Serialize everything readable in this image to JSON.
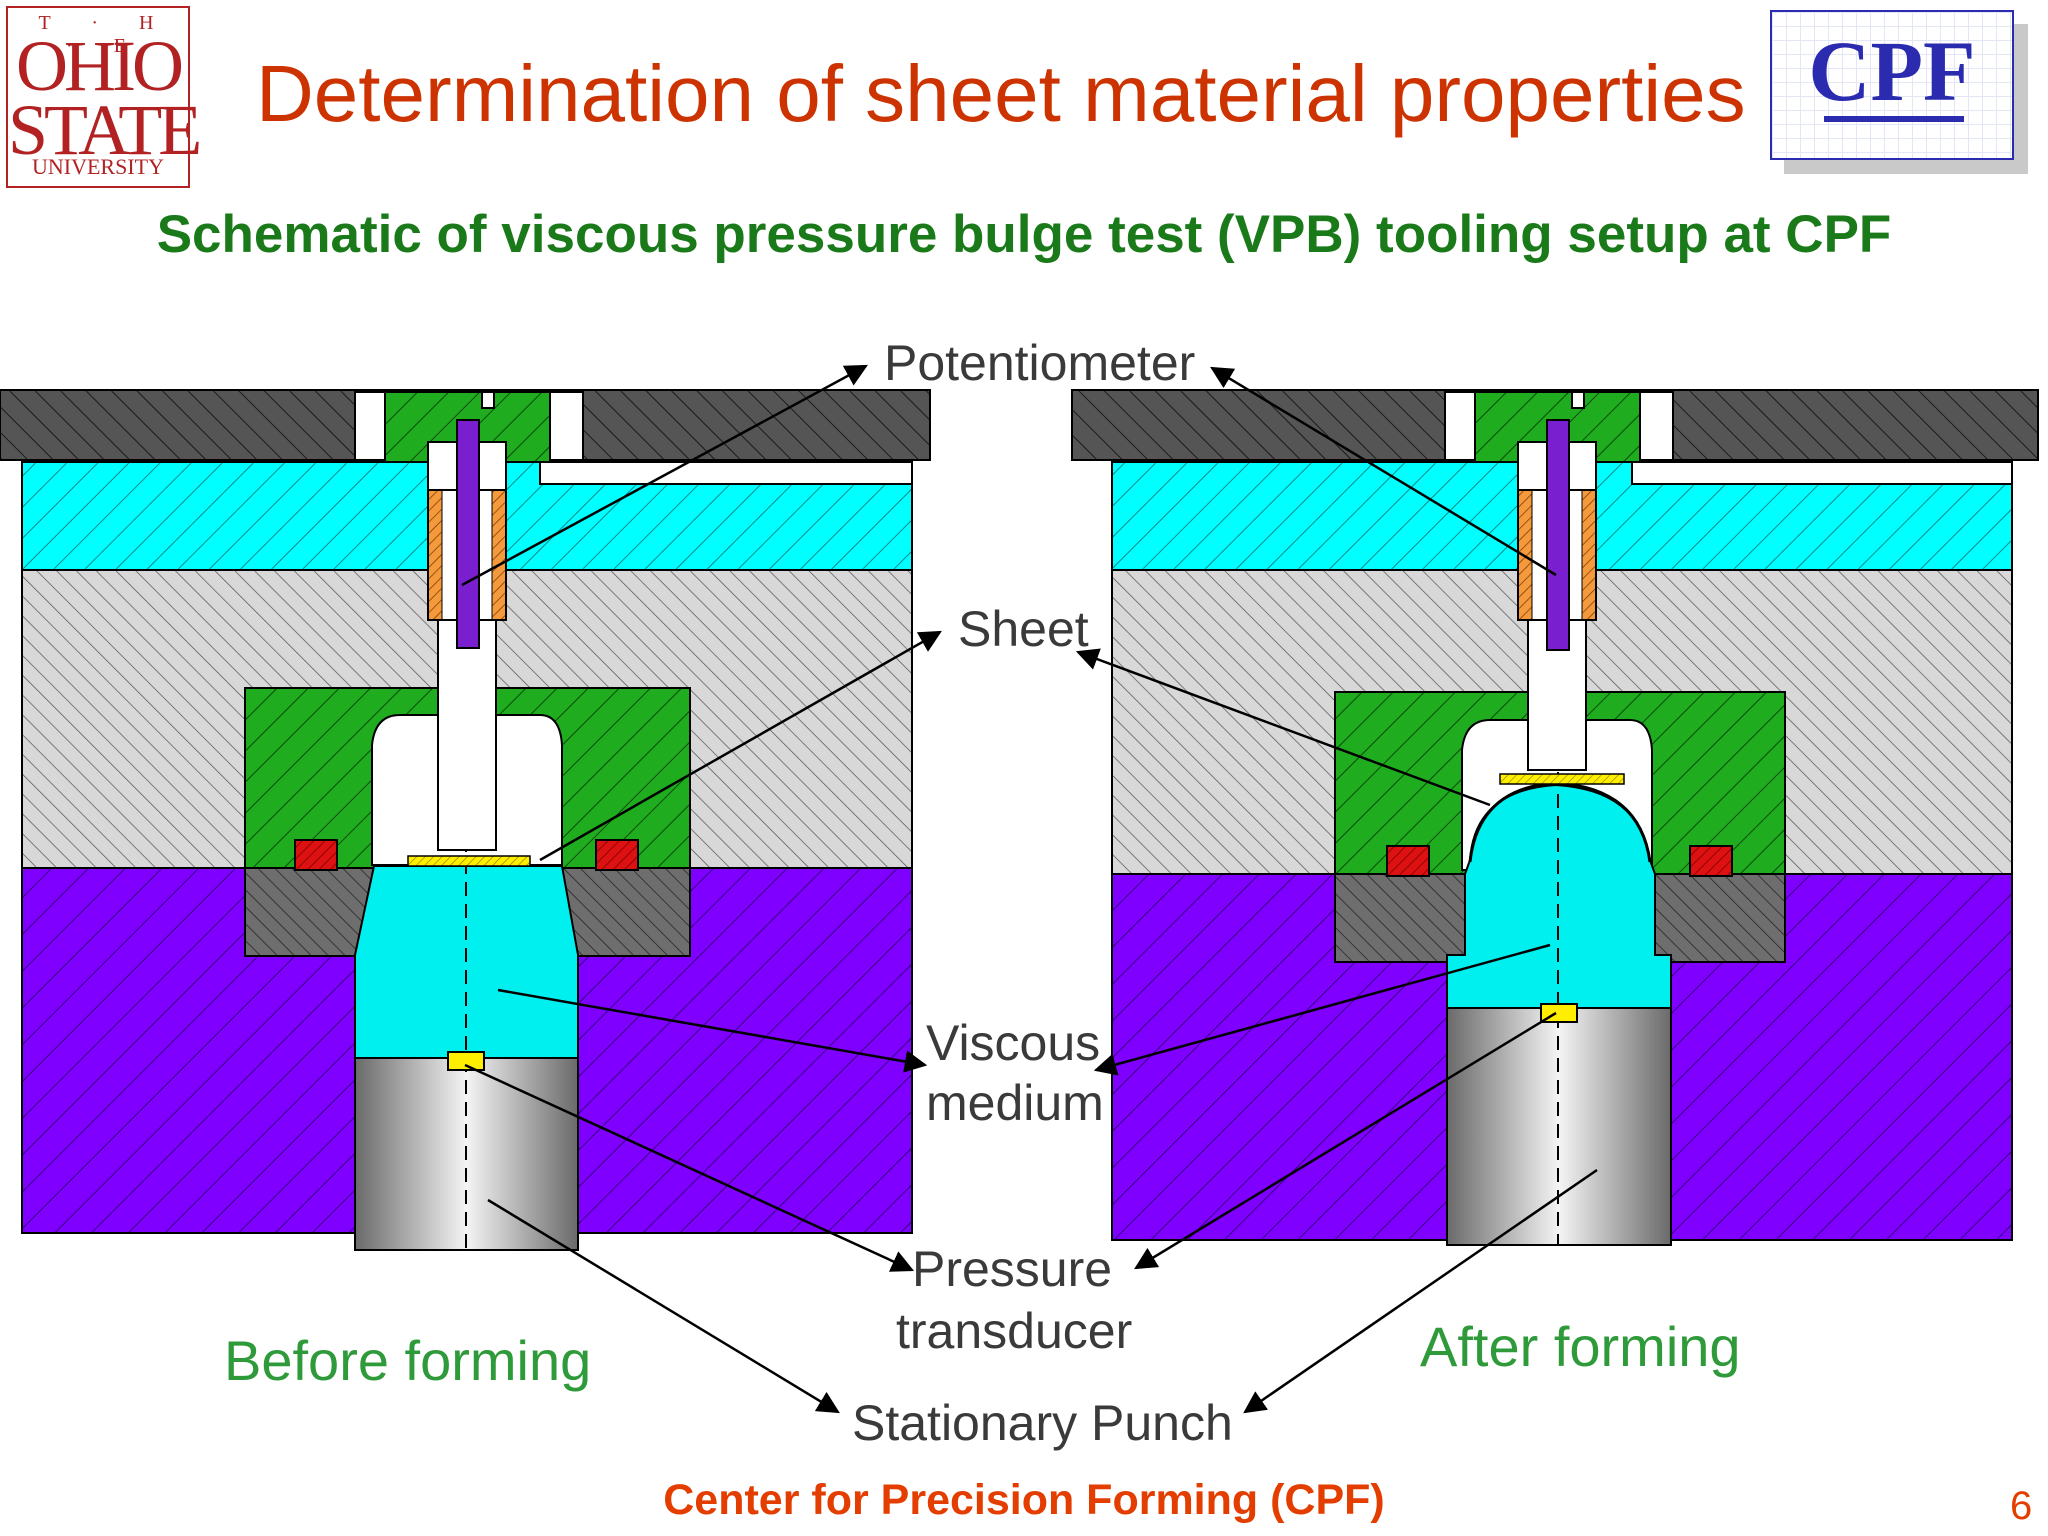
{
  "header": {
    "title": "Determination of sheet material properties",
    "subtitle": "Schematic of viscous pressure bulge test (VPB) tooling setup at CPF"
  },
  "logos": {
    "osu": {
      "line1": "T · H · E",
      "line2": "OHIO",
      "line3": "STATE",
      "line4": "UNIVERSITY"
    },
    "cpf": {
      "text": "CPF"
    }
  },
  "diagram": {
    "labels": {
      "potentiometer": "Potentiometer",
      "sheet": "Sheet",
      "viscous_medium_1": "Viscous",
      "viscous_medium_2": "medium",
      "pressure_transducer_1": "Pressure",
      "pressure_transducer_2": "transducer",
      "stationary_punch": "Stationary Punch"
    },
    "captions": {
      "before": "Before forming",
      "after": "After forming"
    }
  },
  "footer": {
    "text": "Center for Precision Forming (CPF)",
    "page": "6"
  },
  "colors": {
    "title": "#cc3300",
    "subtitle": "#1a7a1a",
    "footer": "#e33d00",
    "caption": "#2e9a3a",
    "cyan_plate": "#00ffff",
    "gray_plate": "#d4d4d4",
    "purple_die": "#7f00ff",
    "green_holder": "#1fad1f",
    "dark_plate": "#555555",
    "seal": "#dd1111",
    "sheet": "#ffee00"
  }
}
